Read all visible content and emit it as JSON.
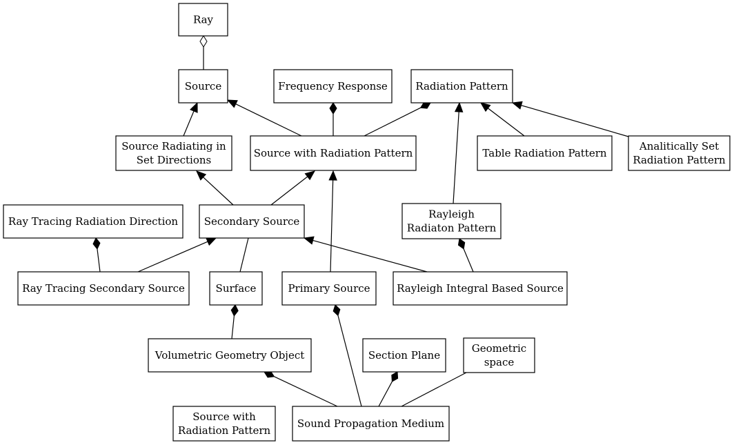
{
  "nodes": [
    {
      "id": "ray",
      "lines": [
        "Ray"
      ]
    },
    {
      "id": "source",
      "lines": [
        "Source"
      ]
    },
    {
      "id": "frequency-response",
      "lines": [
        "Frequency Response"
      ]
    },
    {
      "id": "radiation-pattern",
      "lines": [
        "Radiation Pattern"
      ]
    },
    {
      "id": "source-radiating-in-set-directions",
      "lines": [
        "Source Radiating in",
        "Set Directions"
      ]
    },
    {
      "id": "source-with-radiation-pattern",
      "lines": [
        "Source with Radiation Pattern"
      ]
    },
    {
      "id": "table-radiation-pattern",
      "lines": [
        "Table Radiation Pattern"
      ]
    },
    {
      "id": "analitically-set-radiation-pattern",
      "lines": [
        "Analitically Set",
        "Radiation Pattern"
      ]
    },
    {
      "id": "ray-tracing-radiation-direction",
      "lines": [
        "Ray Tracing Radiation Direction"
      ]
    },
    {
      "id": "secondary-source",
      "lines": [
        "Secondary Source"
      ]
    },
    {
      "id": "rayleigh-radiaton-pattern",
      "lines": [
        "Rayleigh",
        "Radiaton Pattern"
      ]
    },
    {
      "id": "ray-tracing-secondary-source",
      "lines": [
        "Ray Tracing Secondary Source"
      ]
    },
    {
      "id": "surface",
      "lines": [
        "Surface"
      ]
    },
    {
      "id": "primary-source",
      "lines": [
        "Primary Source"
      ]
    },
    {
      "id": "rayleigh-integral-based-source",
      "lines": [
        "Rayleigh Integral Based Source"
      ]
    },
    {
      "id": "volumetric-geometry-object",
      "lines": [
        "Volumetric Geometry Object"
      ]
    },
    {
      "id": "section-plane",
      "lines": [
        "Section Plane"
      ]
    },
    {
      "id": "geometric-space",
      "lines": [
        "Geometric",
        "space"
      ]
    },
    {
      "id": "source-with-radiation-pattern-2",
      "lines": [
        "Source with",
        "Radiation Pattern"
      ]
    },
    {
      "id": "sound-propagation-medium",
      "lines": [
        "Sound Propagation Medium"
      ]
    }
  ],
  "edges": [
    {
      "from": "source",
      "to": "ray",
      "type": "aggregation"
    },
    {
      "from": "source-radiating-in-set-directions",
      "to": "source",
      "type": "inheritance"
    },
    {
      "from": "source-with-radiation-pattern",
      "to": "source",
      "type": "inheritance"
    },
    {
      "from": "source-with-radiation-pattern",
      "to": "frequency-response",
      "type": "composition"
    },
    {
      "from": "source-with-radiation-pattern",
      "to": "radiation-pattern",
      "type": "composition"
    },
    {
      "from": "table-radiation-pattern",
      "to": "radiation-pattern",
      "type": "inheritance"
    },
    {
      "from": "analitically-set-radiation-pattern",
      "to": "radiation-pattern",
      "type": "inheritance"
    },
    {
      "from": "rayleigh-radiaton-pattern",
      "to": "radiation-pattern",
      "type": "inheritance"
    },
    {
      "from": "secondary-source",
      "to": "source-radiating-in-set-directions",
      "type": "inheritance"
    },
    {
      "from": "secondary-source",
      "to": "source-with-radiation-pattern",
      "type": "inheritance"
    },
    {
      "from": "primary-source",
      "to": "source-with-radiation-pattern",
      "type": "inheritance"
    },
    {
      "from": "ray-tracing-secondary-source",
      "to": "ray-tracing-radiation-direction",
      "type": "composition"
    },
    {
      "from": "ray-tracing-secondary-source",
      "to": "secondary-source",
      "type": "inheritance"
    },
    {
      "from": "surface",
      "to": "secondary-source",
      "type": "association"
    },
    {
      "from": "rayleigh-integral-based-source",
      "to": "secondary-source",
      "type": "inheritance"
    },
    {
      "from": "rayleigh-integral-based-source",
      "to": "rayleigh-radiaton-pattern",
      "type": "composition"
    },
    {
      "from": "volumetric-geometry-object",
      "to": "surface",
      "type": "composition"
    },
    {
      "from": "sound-propagation-medium",
      "to": "volumetric-geometry-object",
      "type": "composition"
    },
    {
      "from": "sound-propagation-medium",
      "to": "primary-source",
      "type": "composition"
    },
    {
      "from": "sound-propagation-medium",
      "to": "section-plane",
      "type": "composition"
    },
    {
      "from": "sound-propagation-medium",
      "to": "geometric-space",
      "type": "association"
    }
  ]
}
